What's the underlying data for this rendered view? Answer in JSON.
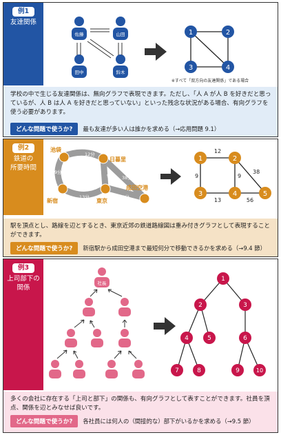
{
  "colors": {
    "blue": "#2255a4",
    "blue_band": "#e1ecf7",
    "orange": "#d88c1e",
    "orange_band": "#f5e2c6",
    "red": "#c8164b",
    "pink": "#e26889",
    "pink_band": "#fbe1e9",
    "gray": "#9c9c9c",
    "arrow": "#333333"
  },
  "panel1": {
    "tag": "例1",
    "title": "友達関係",
    "people": [
      "佐藤",
      "山田",
      "田中",
      "鈴木"
    ],
    "graph_nodes": [
      "1",
      "2",
      "3",
      "4"
    ],
    "note": "※すべて「双方向の友達関係」である場合",
    "description": "学校の中で生じる友達関係は、無向グラフで表現できます。ただし、「人 A が人 B を好きだと思っているが、人 B は人 A を好きだと思っていない」といった残念な状況がある場合、有向グラフを使う必要があります。",
    "question_label": "どんな問題で使うか?",
    "question_text": "最も友達が多い人は誰かを求める（→応用問題 9.1）"
  },
  "panel2": {
    "tag": "例2",
    "title": "鉄道の\n所要時間",
    "stations": [
      "池袋",
      "日暮里",
      "新宿",
      "東京",
      "成田空港"
    ],
    "map_times": [
      "12分",
      "9分",
      "9分",
      "38分",
      "13分",
      "56分"
    ],
    "graph_nodes": [
      "1",
      "2",
      "3",
      "4",
      "5"
    ],
    "weights": [
      "12",
      "9",
      "9",
      "38",
      "13",
      "56"
    ],
    "description": "駅を頂点とし、路線を辺とするとき、東京近郊の鉄道路線図は重み付きグラフとして表現することができます。",
    "question_label": "どんな問題で使うか?",
    "question_text": "新宿駅から成田空港まで最短何分で移動できるかを求める（→9.4 節）"
  },
  "panel3": {
    "tag": "例3",
    "title": "上司部下の\n関係",
    "president": "社長",
    "tree_nodes": [
      "1",
      "2",
      "3",
      "4",
      "5",
      "6",
      "7",
      "8",
      "9",
      "10"
    ],
    "description": "多くの会社に存在する「上司と部下」の関係も、有向グラフとして表すことができます。社員を頂点、関係を辺とみなせば良いです。",
    "question_label": "どんな問題で使うか?",
    "question_text": "各社員には何人の（間接的な）部下がいるかを求める（→9.5 節）"
  }
}
